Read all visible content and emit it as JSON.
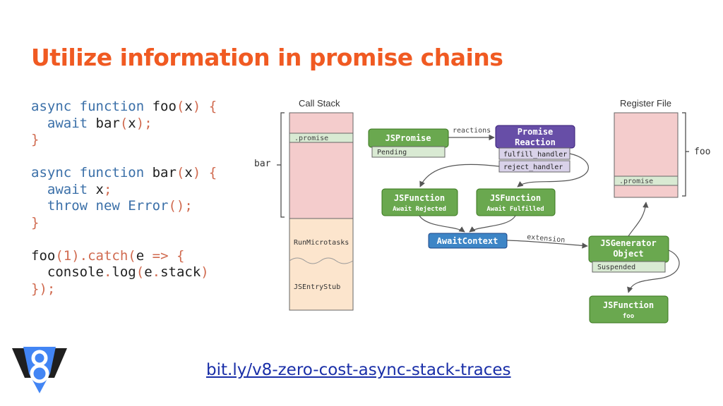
{
  "slide": {
    "title": "Utilize information in promise chains",
    "link": "bit.ly/v8-zero-cost-async-stack-traces"
  },
  "code": {
    "lines": [
      [
        {
          "t": "async function",
          "c": "kw"
        },
        {
          "t": " foo",
          "c": "tx"
        },
        {
          "t": "(",
          "c": "pn"
        },
        {
          "t": "x",
          "c": "tx"
        },
        {
          "t": ") {",
          "c": "pn"
        }
      ],
      [
        {
          "t": "  await",
          "c": "kw"
        },
        {
          "t": " bar",
          "c": "tx"
        },
        {
          "t": "(",
          "c": "pn"
        },
        {
          "t": "x",
          "c": "tx"
        },
        {
          "t": ");",
          "c": "pn"
        }
      ],
      [
        {
          "t": "}",
          "c": "pn"
        }
      ],
      [],
      [
        {
          "t": "async function",
          "c": "kw"
        },
        {
          "t": " bar",
          "c": "tx"
        },
        {
          "t": "(",
          "c": "pn"
        },
        {
          "t": "x",
          "c": "tx"
        },
        {
          "t": ") {",
          "c": "pn"
        }
      ],
      [
        {
          "t": "  await",
          "c": "kw"
        },
        {
          "t": " x",
          "c": "tx"
        },
        {
          "t": ";",
          "c": "pn"
        }
      ],
      [
        {
          "t": "  throw new",
          "c": "kw"
        },
        {
          "t": " Error",
          "c": "kw"
        },
        {
          "t": "();",
          "c": "pn"
        }
      ],
      [
        {
          "t": "}",
          "c": "pn"
        }
      ],
      [],
      [
        {
          "t": "foo",
          "c": "tx"
        },
        {
          "t": "(1).",
          "c": "pn"
        },
        {
          "t": "catch",
          "c": "pn"
        },
        {
          "t": "(",
          "c": "pn"
        },
        {
          "t": "e",
          "c": "tx"
        },
        {
          "t": " => {",
          "c": "pn"
        }
      ],
      [
        {
          "t": "  console",
          "c": "tx"
        },
        {
          "t": ".",
          "c": "pn"
        },
        {
          "t": "log",
          "c": "tx"
        },
        {
          "t": "(",
          "c": "pn"
        },
        {
          "t": "e",
          "c": "tx"
        },
        {
          "t": ".",
          "c": "pn"
        },
        {
          "t": "stack",
          "c": "tx"
        },
        {
          "t": ")",
          "c": "pn"
        }
      ],
      [
        {
          "t": "});",
          "c": "pn"
        }
      ]
    ]
  },
  "diagram": {
    "call_stack_label": "Call Stack",
    "register_file_label": "Register File",
    "bar_label": "bar",
    "foo_label": "foo",
    "stack_promise": ".promise",
    "run_microtasks": "RunMicrotasks",
    "js_entry_stub": "JSEntryStub",
    "register_promise": ".promise",
    "js_promise": "JSPromise",
    "js_promise_state": "Pending",
    "reactions_label": "reactions",
    "promise_reaction_line1": "Promise",
    "promise_reaction_line2": "Reaction",
    "fulfill_handler": "fulfill_handler",
    "reject_handler": "reject_handler",
    "fn_rejected_title": "JSFunction",
    "fn_rejected_sub": "Await Rejected",
    "fn_fulfilled_title": "JSFunction",
    "fn_fulfilled_sub": "Await Fulfilled",
    "await_context": "AwaitContext",
    "extension_label": "extension",
    "generator_line1": "JSGenerator",
    "generator_line2": "Object",
    "generator_state": "Suspended",
    "fn_foo_title": "JSFunction",
    "fn_foo_sub": "foo"
  },
  "colors": {
    "title": "#f05a22",
    "stack_pink": "#f4cccc",
    "stack_peach": "#fce5cd",
    "field_green": "#d9ead3",
    "node_green": "#6aa84f",
    "node_purple": "#674ea7",
    "field_purple": "#d9d2e9",
    "node_blue": "#3d85c6",
    "link": "#1a2fa8"
  }
}
